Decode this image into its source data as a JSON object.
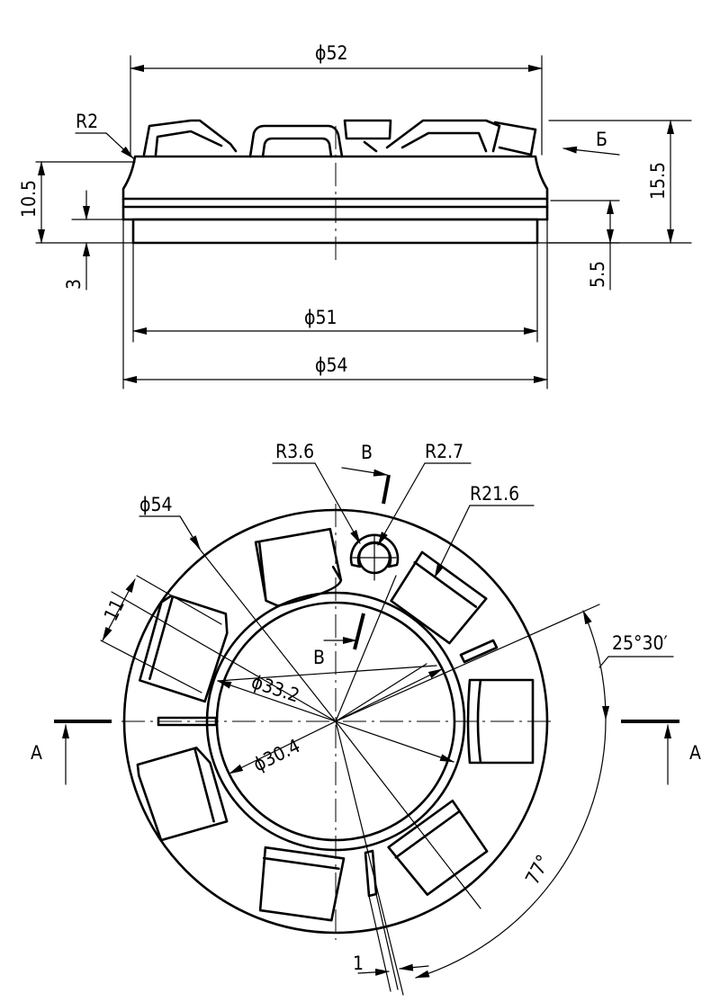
{
  "dimensions": {
    "d52": "ϕ52",
    "r2": "R2",
    "b_cyr": "Б",
    "h15_5": "15.5",
    "h10_5": "10.5",
    "h3": "3",
    "h5_5": "5.5",
    "d51": "ϕ51",
    "d54_top": "ϕ54",
    "r3_6": "R3.6",
    "v_label_top": "B",
    "r2_7": "R2.7",
    "r21_6": "R21.6",
    "d54_plan": "ϕ54",
    "w11": "11",
    "ang25": "25°30′",
    "v_label_mid": "B",
    "d33_2": "ϕ33.2",
    "section_a_left": "A",
    "section_a_right": "A",
    "d30_4": "ϕ30.4",
    "ang77": "77°",
    "w1": "1"
  }
}
